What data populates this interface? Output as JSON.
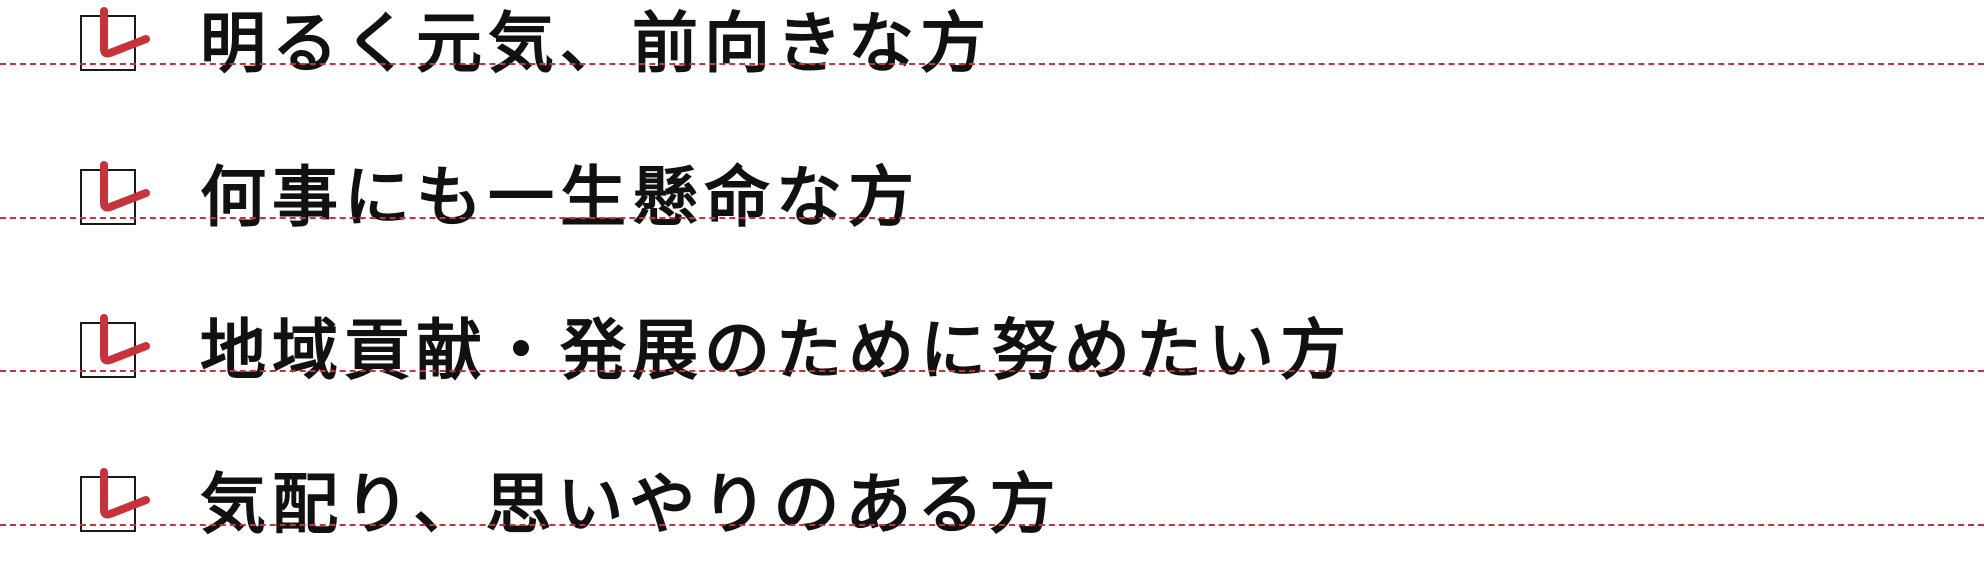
{
  "checklist": {
    "items": [
      {
        "label": "明るく元気、前向きな方",
        "checked": true
      },
      {
        "label": "何事にも一生懸命な方",
        "checked": true
      },
      {
        "label": "地域貢献・発展のために努めたい方",
        "checked": true
      },
      {
        "label": "気配り、思いやりのある方",
        "checked": true
      }
    ]
  },
  "colors": {
    "check_mark": "#c8323a",
    "divider": "#c8323a",
    "text": "#111111",
    "checkbox_border": "#1a1a1a"
  }
}
